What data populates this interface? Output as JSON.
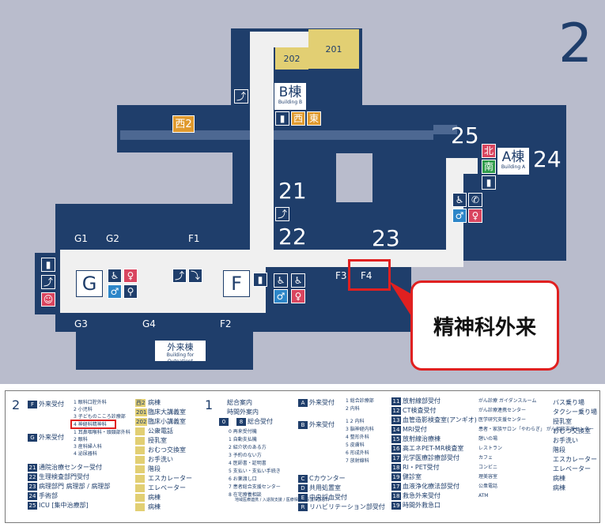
{
  "floor": "2",
  "map_labels": {
    "west2": "西2",
    "room201": "201",
    "room202": "202",
    "building_b": {
      "name": "B棟",
      "en": "Building B"
    },
    "building_a": {
      "name": "A棟",
      "en": "Building A"
    },
    "building_g": "G",
    "building_f": "F",
    "area21": "21",
    "area22": "22",
    "area23": "23",
    "area24": "24",
    "area25": "25",
    "g1": "G1",
    "g2": "G2",
    "g3": "G3",
    "g4": "G4",
    "f1": "F1",
    "f2": "F2",
    "f3": "F3",
    "f4": "F4",
    "outpatient_building": {
      "name": "外来棟",
      "en": "Building for Outpatient"
    },
    "b_signs": [
      "西",
      "東"
    ],
    "a_signs": [
      "北",
      "南"
    ]
  },
  "callout": "精神科外来",
  "legend": {
    "col1": {
      "f_reception": "外来受付",
      "f_items": [
        "1 眼科口腔外科",
        "2 小児科",
        "3 子どものこころ診療部",
        "4 神経科精神科"
      ],
      "g_reception": "外来受付",
      "g_items": [
        "1 耳鼻咽喉科・頭頸部外科",
        "2 眼科",
        "3 産科婦人科",
        "4 泌尿器科"
      ],
      "items": [
        {
          "n": "21",
          "t": "通院治療センター受付"
        },
        {
          "n": "22",
          "t": "生理検査部門受付"
        },
        {
          "n": "23",
          "t": "病理部門 病理部 / 病理部"
        },
        {
          "n": "24",
          "t": "手術部"
        },
        {
          "n": "25",
          "t": "ICU [集中治療部]"
        }
      ]
    },
    "col2": [
      {
        "n": "西2",
        "t": "病棟"
      },
      {
        "n": "201",
        "t": "臨床大講義室"
      },
      {
        "n": "202",
        "t": "臨床小講義室"
      },
      {
        "n": "",
        "t": "公衆電話"
      },
      {
        "n": "",
        "t": "授乳室"
      },
      {
        "n": "",
        "t": "おむつ交換室"
      },
      {
        "n": "",
        "t": "お手洗い"
      },
      {
        "n": "",
        "t": "階段"
      },
      {
        "n": "",
        "t": "エスカレーター"
      },
      {
        "n": "",
        "t": "エレベーター"
      },
      {
        "n": "",
        "t": "病棟"
      },
      {
        "n": "",
        "t": "病棟"
      }
    ],
    "col3": {
      "floor": "1",
      "items": [
        "総合案内",
        "時間外案内",
        "総合受付"
      ],
      "range": [
        "0",
        "8"
      ],
      "sub": [
        "0 再来受付機",
        "1 自動支払機",
        "2 紹介状のある方",
        "3 予約のない方",
        "4 医師書・証明書",
        "5 支払い・支払い手続き",
        "6 お薬渡し口",
        "7 患者総合支援センター",
        "8 在宅療養相談"
      ],
      "sub7_note": "地域医療連携 / 入退院支援 / 医療相談 / 看護相談窓口"
    },
    "col4": {
      "a_reception": "外来受付",
      "a_items": [
        "1 総合診療部",
        "2 内科"
      ],
      "b_reception": "外来受付",
      "b_items": [
        "1 2 内科",
        "3 脳神経内科",
        "4 整形外科",
        "5 皮膚科",
        "6 形成外科",
        "7 放射線科"
      ],
      "c_items": [
        {
          "n": "C",
          "t": "Cカウンター"
        },
        {
          "n": "D",
          "t": "共用処置室"
        },
        {
          "n": "E",
          "t": "中央採血受付"
        },
        {
          "n": "R",
          "t": "リハビリテーション部受付"
        }
      ]
    },
    "col5": [
      {
        "n": "11",
        "t": "放射線部受付"
      },
      {
        "n": "12",
        "t": "CT検査受付"
      },
      {
        "n": "13",
        "t": "血管造影検査室(アンギオ)"
      },
      {
        "n": "14",
        "t": "MRI受付"
      },
      {
        "n": "15",
        "t": "放射線治療棟"
      },
      {
        "n": "16",
        "t": "高エネPET-MR検査室"
      },
      {
        "n": "17",
        "t": "光学医療診療部受付"
      },
      {
        "n": "18",
        "t": "RI・PET受付"
      },
      {
        "n": "19",
        "t": "健診室"
      },
      {
        "n": "17",
        "t": "血液浄化療法部受付"
      },
      {
        "n": "18",
        "t": "救急外来受付"
      },
      {
        "n": "19",
        "t": "時間外救急口"
      }
    ],
    "col6": [
      {
        "t": "がん診療 ガイダンスルーム"
      },
      {
        "t": "がん診療連携センター"
      },
      {
        "t": "医学研究支援センター"
      },
      {
        "t": "患者・家族サロン「やわらぎ」 がん相談支援センター"
      },
      {
        "t": "憩いの場"
      },
      {
        "t": "レストラン"
      },
      {
        "t": "カフェ"
      },
      {
        "t": "コンビニ"
      },
      {
        "t": "理美容室"
      },
      {
        "t": "公衆電話"
      },
      {
        "t": "ATM"
      }
    ],
    "col7": [
      {
        "t": "バス乗り場"
      },
      {
        "t": "タクシー乗り場"
      },
      {
        "t": "授乳室"
      },
      {
        "t": "おむつ交換室"
      },
      {
        "t": "お手洗い"
      },
      {
        "t": "階段"
      },
      {
        "t": "エスカレーター"
      },
      {
        "t": "エレベーター"
      },
      {
        "t": "病棟"
      },
      {
        "t": "病棟"
      }
    ]
  }
}
